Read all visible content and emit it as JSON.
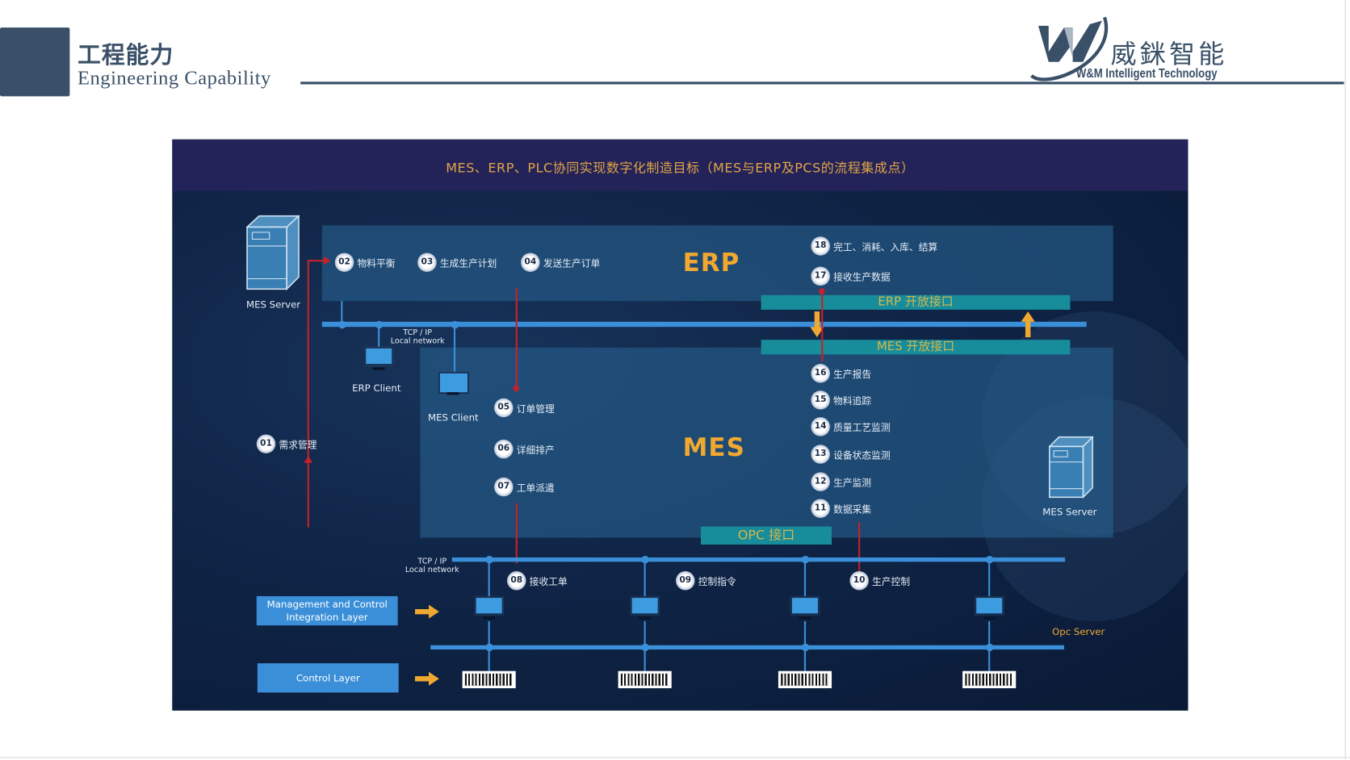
{
  "header": {
    "title_cn": "工程能力",
    "title_en": "Engineering Capability",
    "logo_cn": "威銤智能",
    "logo_en": "W&M Intelligent Technology"
  },
  "diagram": {
    "title": "MES、ERP、PLC协同实现数字化制造目标（MES与ERP及PCS的流程集成点）",
    "erp_label": "ERP",
    "mes_label": "MES",
    "erp_interface": "ERP  开放接口",
    "mes_interface": "MES  开放接口",
    "opc_interface": "OPC 接口",
    "mes_server_left": "MES Server",
    "mes_server_right": "MES Server",
    "erp_client": "ERP Client",
    "mes_client": "MES Client",
    "tcp_top": {
      "line1": "TCP / IP",
      "line2": "Local network"
    },
    "tcp_bottom": {
      "line1": "TCP / IP",
      "line2": "Local network"
    },
    "opc_server": "Opc Server",
    "mgmt_layer": "Management and Control Integration Layer",
    "control_layer": "Control Layer",
    "steps": [
      {
        "num": "01",
        "label": "需求管理"
      },
      {
        "num": "02",
        "label": "物料平衡"
      },
      {
        "num": "03",
        "label": "生成生产计划"
      },
      {
        "num": "04",
        "label": "发送生产订单"
      },
      {
        "num": "05",
        "label": "订单管理"
      },
      {
        "num": "06",
        "label": "详细排产"
      },
      {
        "num": "07",
        "label": "工单派遣"
      },
      {
        "num": "08",
        "label": "接收工单"
      },
      {
        "num": "09",
        "label": "控制指令"
      },
      {
        "num": "10",
        "label": "生产控制"
      },
      {
        "num": "11",
        "label": "数据采集"
      },
      {
        "num": "12",
        "label": "生产监测"
      },
      {
        "num": "13",
        "label": "设备状态监测"
      },
      {
        "num": "14",
        "label": "质量工艺监测"
      },
      {
        "num": "15",
        "label": "物料追踪"
      },
      {
        "num": "16",
        "label": "生产报告"
      },
      {
        "num": "17",
        "label": "接收生产数据"
      },
      {
        "num": "18",
        "label": "完工、消耗、入库、结算"
      }
    ]
  },
  "colors": {
    "brand": "#3a5068",
    "accent": "#f0a830",
    "bus": "#3a8fd8",
    "teal": "#178c9a",
    "flow": "#c8202a"
  }
}
